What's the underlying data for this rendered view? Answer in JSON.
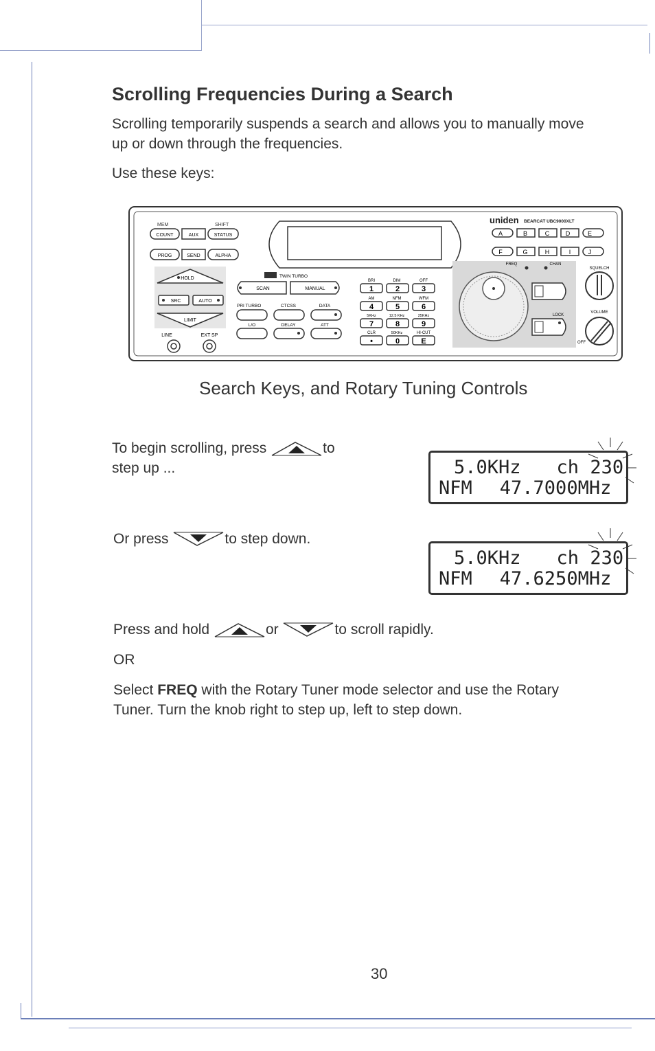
{
  "heading": "Scrolling Frequencies During a Search",
  "intro": "Scrolling temporarily suspends a search and allows you to manually move up or down through the frequencies.",
  "intro_line1": "Scrolling temporarily suspends a search and allows you to manually move",
  "intro_line2": "up or down through the frequencies.",
  "use_keys": "Use these keys:",
  "figure_caption": "Search Keys, and Rotary Tuning Controls",
  "scanner": {
    "brand": "uniden",
    "model_line": "BEARCAT UBC9000XLT",
    "top_labels": {
      "mem": "MEM",
      "shift": "SHIFT"
    },
    "left_keys_row1": [
      "COUNT",
      "AUX",
      "STATUS"
    ],
    "left_keys_row2": [
      "PROG",
      "SEND",
      "ALPHA"
    ],
    "hold": "HOLD",
    "src": "SRC",
    "auto": "AUTO",
    "limit": "LIMIT",
    "jacks": [
      "LINE",
      "EXT SP"
    ],
    "twin_turbo": "TWIN TURBO",
    "scan": "SCAN",
    "manual": "MANUAL",
    "func_labels": [
      "PRI",
      "TURBO",
      "CTCSS",
      "DATA"
    ],
    "func_labels2": [
      "L/O",
      "DELAY",
      "ATT"
    ],
    "num_top": [
      "BRI",
      "DIM",
      "OFF"
    ],
    "num_row1": [
      "1",
      "2",
      "3"
    ],
    "num_mid1": [
      "AM",
      "NFM",
      "WFM"
    ],
    "num_row2": [
      "4",
      "5",
      "6"
    ],
    "num_mid2": [
      "5KHz",
      "12.5 KHz",
      "25KHz"
    ],
    "num_row3": [
      "7",
      "8",
      "9"
    ],
    "num_mid3": [
      "CLR",
      "50KHz",
      "HI-CUT"
    ],
    "num_row4": [
      "•",
      "0",
      "E"
    ],
    "bank_row1": [
      "A",
      "B",
      "C",
      "D",
      "E"
    ],
    "bank_row2": [
      "F",
      "G",
      "H",
      "I",
      "J"
    ],
    "freq": "FREQ",
    "chan": "CHAN",
    "lock": "LOCK",
    "squelch": "SQUELCH",
    "volume": "VOLUME",
    "off": "OFF"
  },
  "step_up": {
    "text_before": "To begin scrolling, press",
    "text_after": "to",
    "text_line2": "step up ...",
    "lcd_line1_a": "5.0KHz",
    "lcd_line1_b": "ch 230",
    "lcd_line2_a": "NFM",
    "lcd_line2_b": "47.7000MHz"
  },
  "step_down": {
    "text_before": "Or press",
    "text_after": "to step down.",
    "lcd_line1_a": "5.0KHz",
    "lcd_line1_b": "ch 230",
    "lcd_line2_a": "NFM",
    "lcd_line2_b": "47.6250MHz"
  },
  "hold": {
    "text_before": "Press and hold",
    "text_mid": "or",
    "text_after": "to scroll rapidly."
  },
  "or_text": "OR",
  "rotary": {
    "select": "Select",
    "freq_bold": "FREQ",
    "rest_line1": "with the Rotary Tuner mode selector and use the Rotary",
    "line2": "Tuner. Turn the knob right to step up, left to step down."
  },
  "page_number": "30"
}
